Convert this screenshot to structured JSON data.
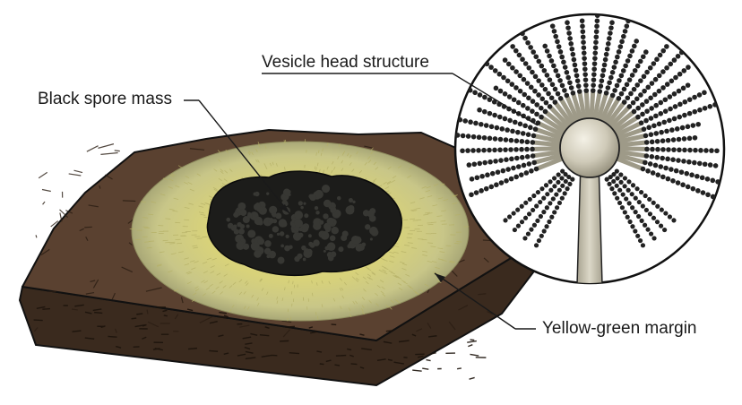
{
  "labels": {
    "vesicle": "Vesicle head structure",
    "spore": "Black spore mass",
    "margin": "Yellow-green margin"
  },
  "colors": {
    "substrate_dark": "#3a2a1e",
    "substrate_mid": "#5a4130",
    "substrate_light": "#6e513b",
    "margin_outer": "#c9c98a",
    "margin_inner": "#d8d27a",
    "spore_mass": "#1c1c1a",
    "vesicle": "#cfcab8",
    "chain": "#222222",
    "outline": "#111111"
  },
  "icons": {
    "vesicle_detail": "magnified-conidiophore-icon",
    "colony": "fungal-colony-icon"
  }
}
